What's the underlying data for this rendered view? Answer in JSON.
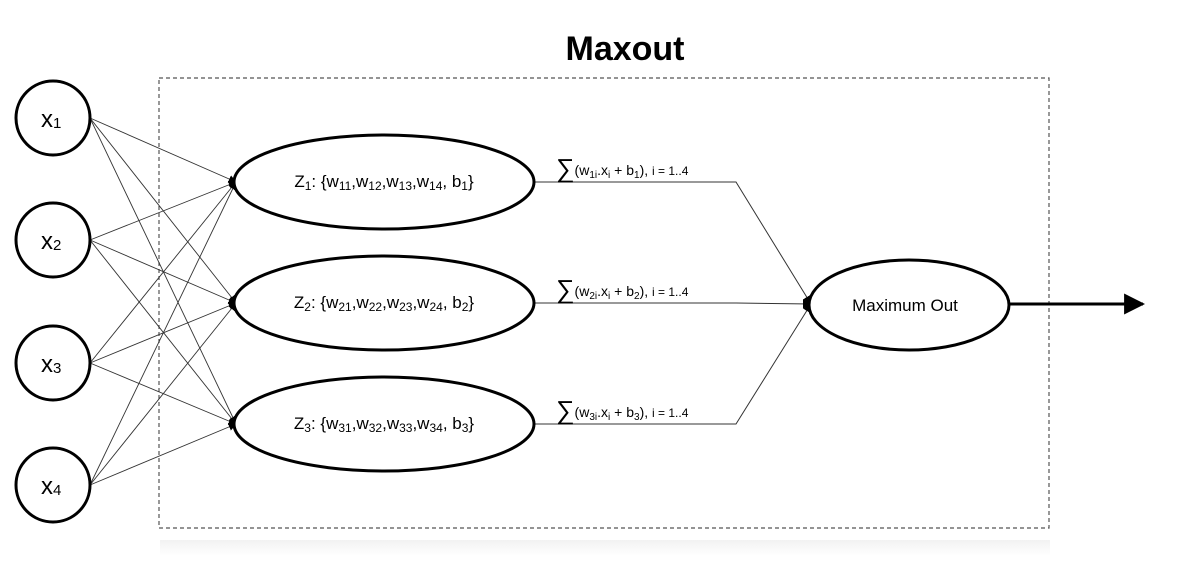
{
  "title": "Maxout",
  "colors": {
    "stroke": "#000000",
    "box_border": "#555555",
    "edge": "#333333",
    "background": "#ffffff"
  },
  "inputs": [
    {
      "base": "x",
      "sub": "1"
    },
    {
      "base": "x",
      "sub": "2"
    },
    {
      "base": "x",
      "sub": "3"
    },
    {
      "base": "x",
      "sub": "4"
    }
  ],
  "units": [
    {
      "parts": [
        {
          "t": "Z"
        },
        {
          "t": "1",
          "sub": true
        },
        {
          "t": ": {w"
        },
        {
          "t": "11",
          "sub": true
        },
        {
          "t": ",w"
        },
        {
          "t": "12",
          "sub": true
        },
        {
          "t": ",w"
        },
        {
          "t": "13",
          "sub": true
        },
        {
          "t": ",w"
        },
        {
          "t": "14",
          "sub": true
        },
        {
          "t": ", b"
        },
        {
          "t": "1",
          "sub": true
        },
        {
          "t": "}"
        }
      ],
      "sum_parts": [
        {
          "t": "∑",
          "sigma": true
        },
        {
          "t": "(w"
        },
        {
          "t": "1i",
          "sub": true
        },
        {
          "t": ".x"
        },
        {
          "t": "i",
          "sub": true
        },
        {
          "t": " + b"
        },
        {
          "t": "1",
          "sub": true
        },
        {
          "t": "), "
        },
        {
          "t": "i = 1..4",
          "small": true
        }
      ]
    },
    {
      "parts": [
        {
          "t": "Z"
        },
        {
          "t": "2",
          "sub": true
        },
        {
          "t": ": {w"
        },
        {
          "t": "21",
          "sub": true
        },
        {
          "t": ",w"
        },
        {
          "t": "22",
          "sub": true
        },
        {
          "t": ",w"
        },
        {
          "t": "23",
          "sub": true
        },
        {
          "t": ",w"
        },
        {
          "t": "24",
          "sub": true
        },
        {
          "t": ", b"
        },
        {
          "t": "2",
          "sub": true
        },
        {
          "t": "}"
        }
      ],
      "sum_parts": [
        {
          "t": "∑",
          "sigma": true
        },
        {
          "t": "(w"
        },
        {
          "t": "2i",
          "sub": true
        },
        {
          "t": ".x"
        },
        {
          "t": "i",
          "sub": true
        },
        {
          "t": " + b"
        },
        {
          "t": "2",
          "sub": true
        },
        {
          "t": "), "
        },
        {
          "t": "i = 1..4",
          "small": true
        }
      ]
    },
    {
      "parts": [
        {
          "t": "Z"
        },
        {
          "t": "3",
          "sub": true
        },
        {
          "t": ": {w"
        },
        {
          "t": "31",
          "sub": true
        },
        {
          "t": ",w"
        },
        {
          "t": "32",
          "sub": true
        },
        {
          "t": ",w"
        },
        {
          "t": "33",
          "sub": true
        },
        {
          "t": ",w"
        },
        {
          "t": "34",
          "sub": true
        },
        {
          "t": ", b"
        },
        {
          "t": "3",
          "sub": true
        },
        {
          "t": "}"
        }
      ],
      "sum_parts": [
        {
          "t": "∑",
          "sigma": true
        },
        {
          "t": "(w"
        },
        {
          "t": "3i",
          "sub": true
        },
        {
          "t": ".x"
        },
        {
          "t": "i",
          "sub": true
        },
        {
          "t": " + b"
        },
        {
          "t": "3",
          "sub": true
        },
        {
          "t": "), "
        },
        {
          "t": "i = 1..4",
          "small": true
        }
      ]
    }
  ],
  "output": {
    "label": "Maximum Out"
  }
}
